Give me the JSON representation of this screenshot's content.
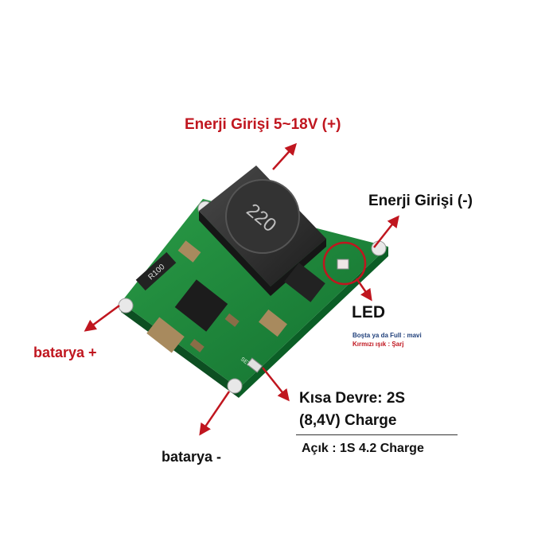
{
  "labels": {
    "input_plus": "Enerji Girişi 5~18V (+)",
    "input_minus": "Enerji Girişi (-)",
    "battery_plus": "batarya +",
    "battery_minus": "batarya -",
    "led_title": "LED",
    "led_note_idle": "Boşta ya da Full : mavi",
    "led_note_charge": "Kırmızı ışık : Şarj",
    "short_circuit_line1": "Kısa Devre: 2S",
    "short_circuit_line2": "(8,4V) Charge",
    "open_mode": "Açık : 1S 4.2 Charge"
  },
  "inductor_marking": "220",
  "resistor_marking": "R100",
  "pad_marking": "SET",
  "colors": {
    "board": "#1f8a3d",
    "label_red": "#c0161f",
    "arrow": "#c0161f",
    "inductor": "#2e2e2e"
  }
}
